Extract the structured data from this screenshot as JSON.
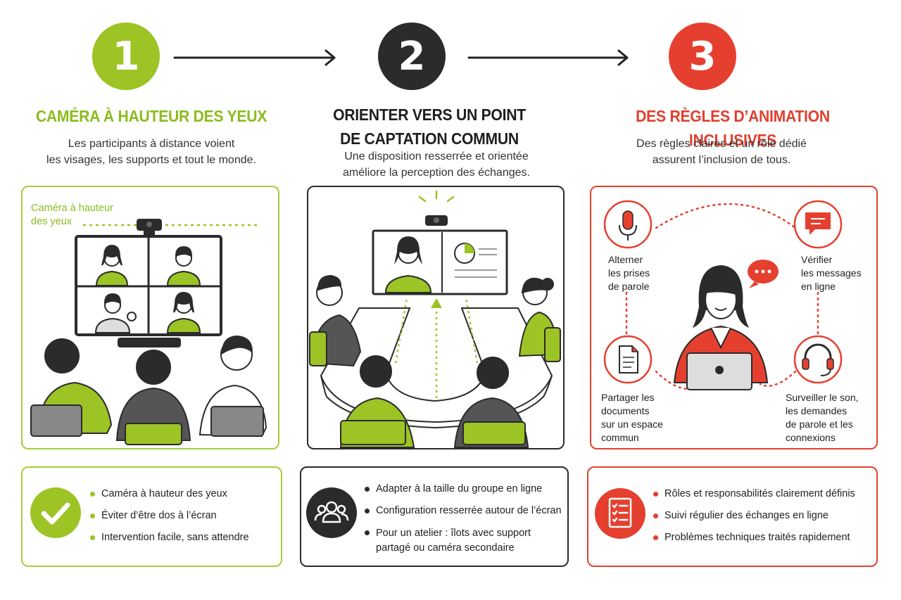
{
  "steps": [
    {
      "number": "1",
      "title": "CAMÉRA À HAUTEUR DES YEUX",
      "description": [
        "Les participants à distance voient",
        "les visages, les supports et tout le monde."
      ],
      "illustration_label": [
        "Caméra à hauteur",
        "des yeux"
      ],
      "bullets": [
        "Caméra à hauteur des yeux",
        "Éviter d’être dos à l’écran",
        "Intervention facile, sans attendre"
      ],
      "icon": "check-icon",
      "color": "#9bc424"
    },
    {
      "number": "2",
      "title": [
        "ORIENTER VERS UN POINT",
        "DE CAPTATION COMMUN"
      ],
      "description": [
        "Une disposition resserrée et orientée",
        "améliore la perception des échanges."
      ],
      "bullets": [
        "Adapter à la taille du groupe en ligne",
        "Configuration resserrée autour de l’écran",
        "Pour un atelier : îlots avec support partagé ou caméra secondaire"
      ],
      "icon": "group-icon",
      "color": "#2b2b2b"
    },
    {
      "number": "3",
      "title": "DES RÈGLES D’ANIMATION INCLUSIVES",
      "description": [
        "Des règles claires et un rôle dédié",
        "assurent l’inclusion de tous."
      ],
      "roles": {
        "top_left": [
          "Alterner",
          "les prises",
          "de parole"
        ],
        "top_right": [
          "Vérifier",
          "les messages",
          "en ligne"
        ],
        "bottom_left": [
          "Partager les",
          "documents",
          "sur un espace",
          "commun"
        ],
        "bottom_right": [
          "Surveiller le son,",
          "les demandes",
          "de parole et les",
          "connexions"
        ]
      },
      "bullets": [
        "Rôles et responsabilités clairement définis",
        "Suivi régulier des échanges en ligne",
        "Problèmes techniques traités rapidement"
      ],
      "icon": "checklist-icon",
      "color": "#e5402f"
    }
  ]
}
